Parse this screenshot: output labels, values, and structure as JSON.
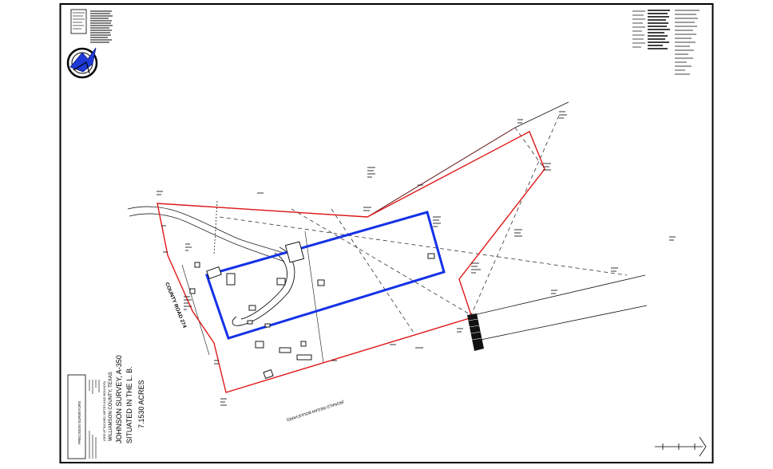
{
  "title_block": {
    "acreage": "7.1530 ACRES",
    "situated": "SITUATED IN THE L. B.",
    "survey": "JOHNSON SURVEY, A-350",
    "county": "WILLIAMSON COUNTY, TEXAS",
    "note": "(SEE ATTACHED METES AND BOUNDS)",
    "surveyor": "PRECISION SURVEYORS"
  },
  "roads": {
    "county_road": "COUNTY ROAD 274",
    "boulevard": "(RONALD REGAN BOULEVARD)"
  },
  "colors": {
    "boundary": "#e01818",
    "study_area": "#1432e6",
    "linework": "#111111",
    "road_edge": "#8a1414"
  }
}
